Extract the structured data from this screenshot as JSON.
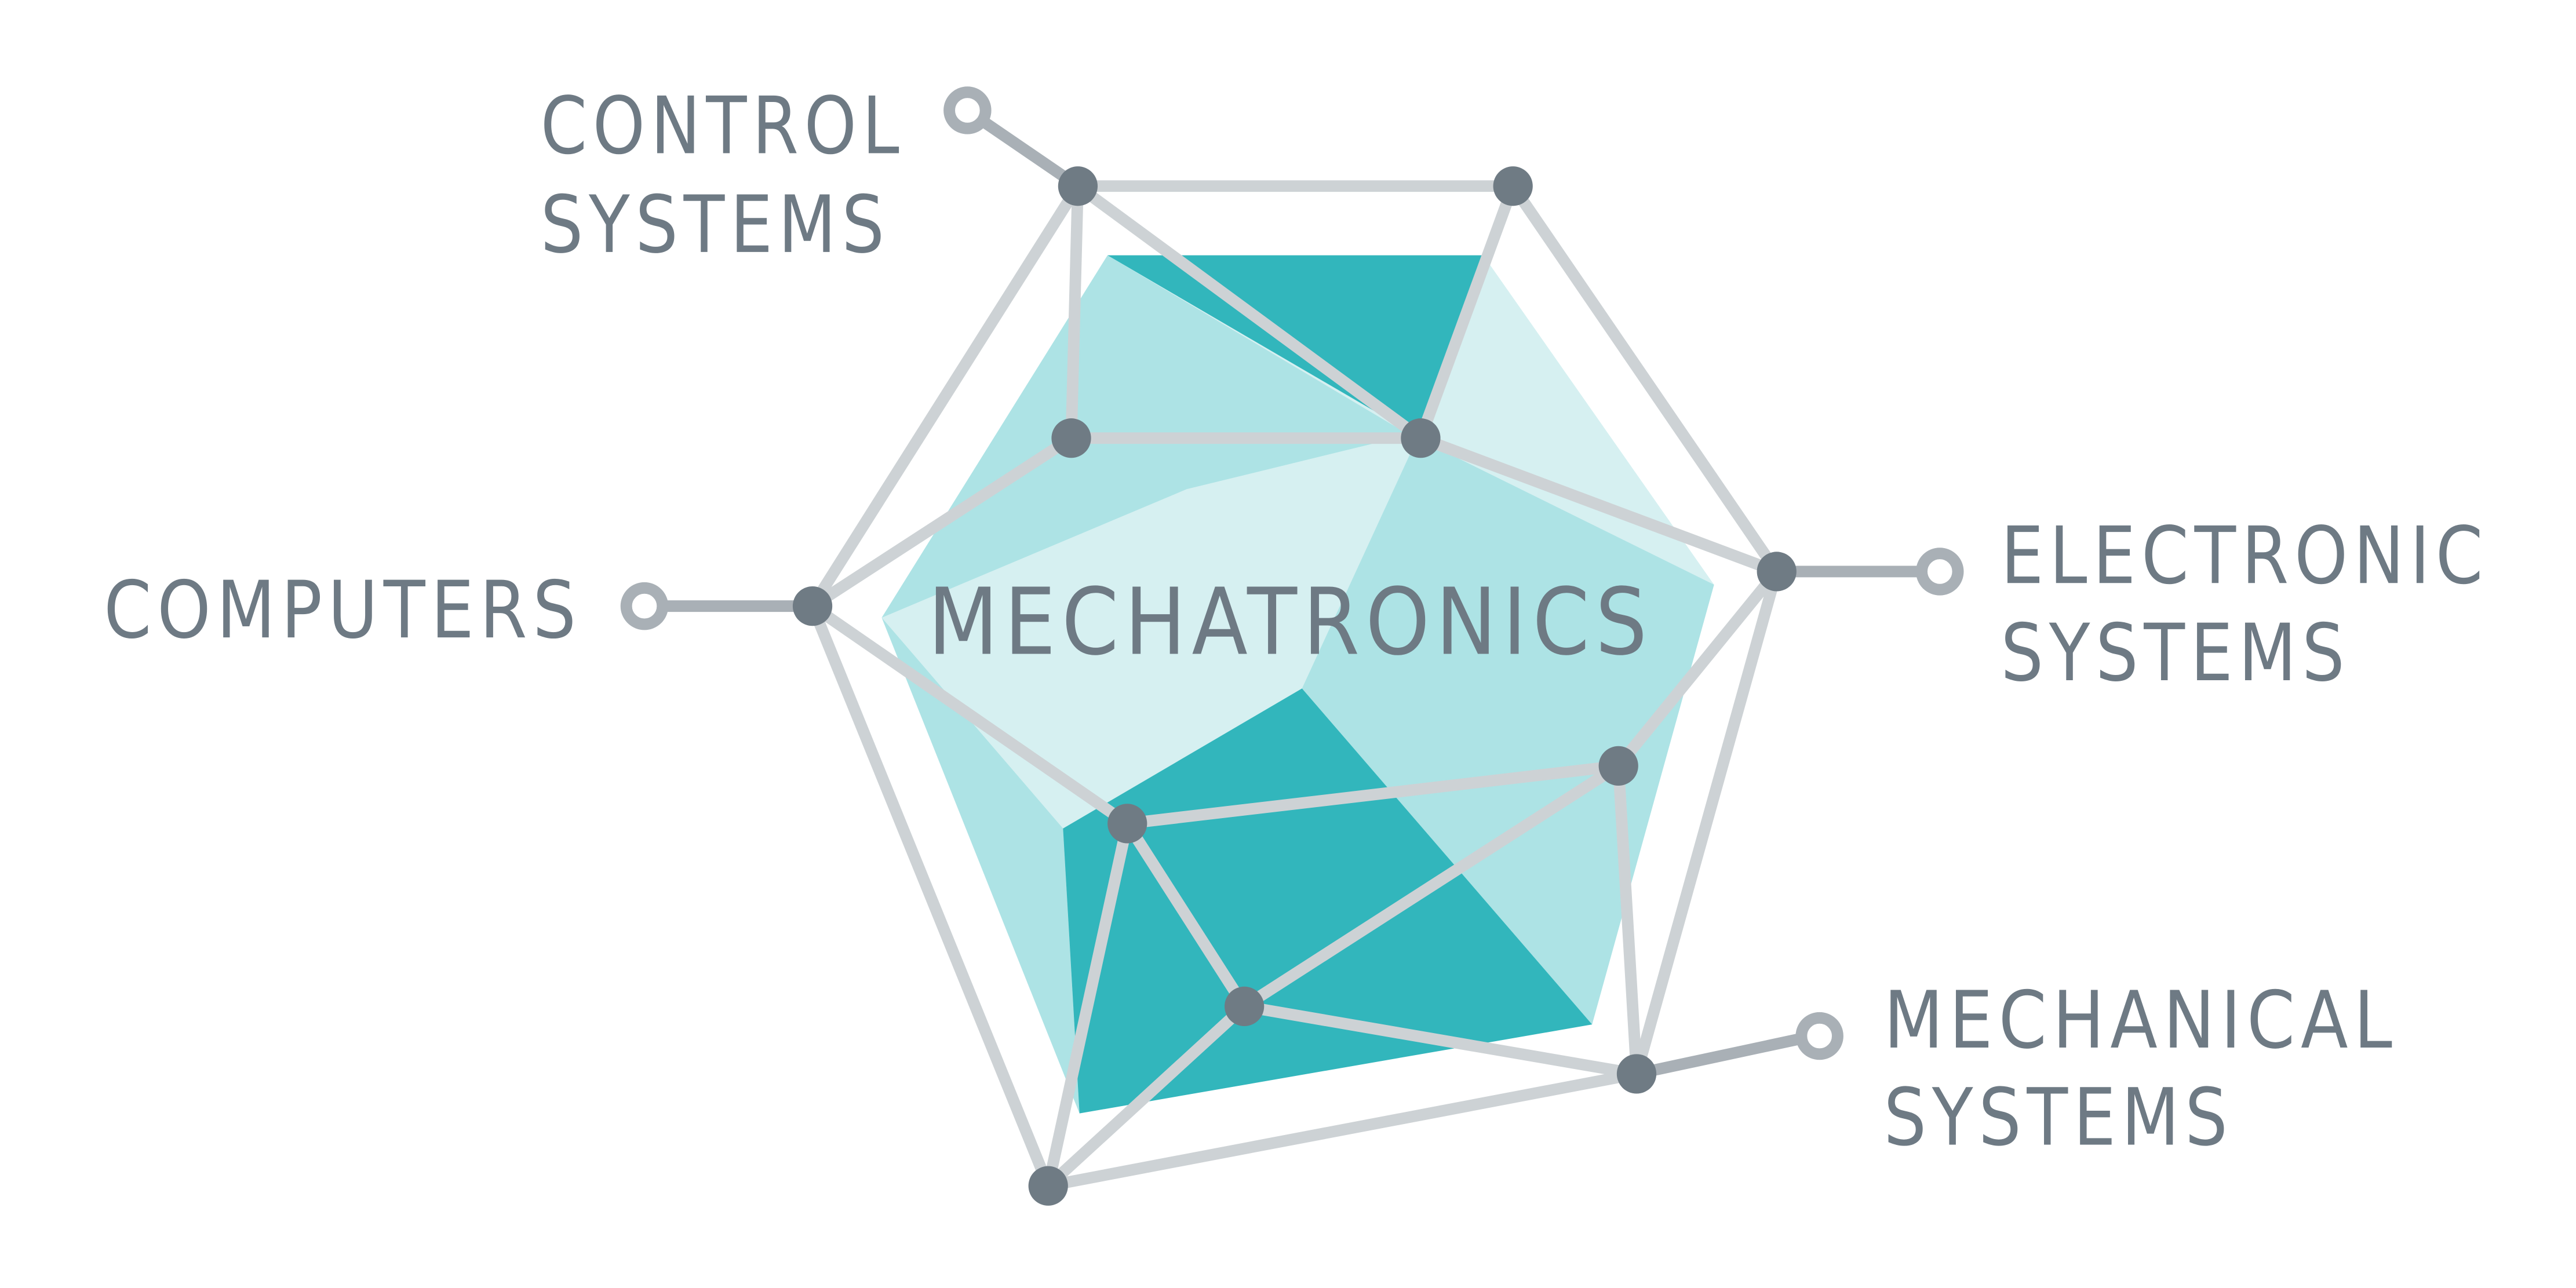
{
  "colors": {
    "background": "#ffffff",
    "text": "#6e7a84",
    "node": "#6f7b84",
    "line": "#cdd2d5",
    "connector": "#a9b0b6",
    "teal_dark": "#32b6bc",
    "teal_mid": "#ade3e5",
    "teal_light": "#d6f0f1"
  },
  "center_label": "MECHATRONICS",
  "categories": [
    {
      "id": "control",
      "lines": [
        "CONTROL",
        "SYSTEMS"
      ]
    },
    {
      "id": "computers",
      "lines": [
        "COMPUTERS"
      ]
    },
    {
      "id": "electronic",
      "lines": [
        "ELECTRONIC",
        "SYSTEMS"
      ]
    },
    {
      "id": "mechanical",
      "lines": [
        "MECHANICAL",
        "SYSTEMS"
      ]
    }
  ]
}
